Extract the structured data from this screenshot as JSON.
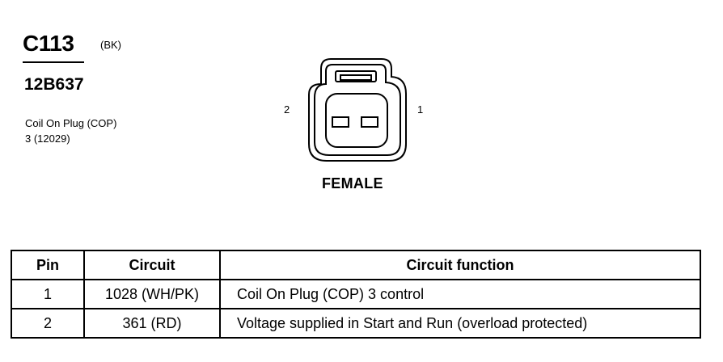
{
  "connector": {
    "id": "C113",
    "color": "(BK)",
    "part_number": "12B637",
    "description": [
      "Coil On Plug (COP)",
      "3 (12029)"
    ]
  },
  "face_view": {
    "pin_left_label": "2",
    "pin_right_label": "1",
    "gender": "FEMALE"
  },
  "table": {
    "headers": [
      "Pin",
      "Circuit",
      "Circuit function"
    ],
    "rows": [
      {
        "pin": "1",
        "circuit": "1028 (WH/PK)",
        "function": "Coil On Plug (COP) 3  control"
      },
      {
        "pin": "2",
        "circuit": "361 (RD)",
        "function": "Voltage supplied in Start and Run (overload protected)"
      }
    ]
  }
}
